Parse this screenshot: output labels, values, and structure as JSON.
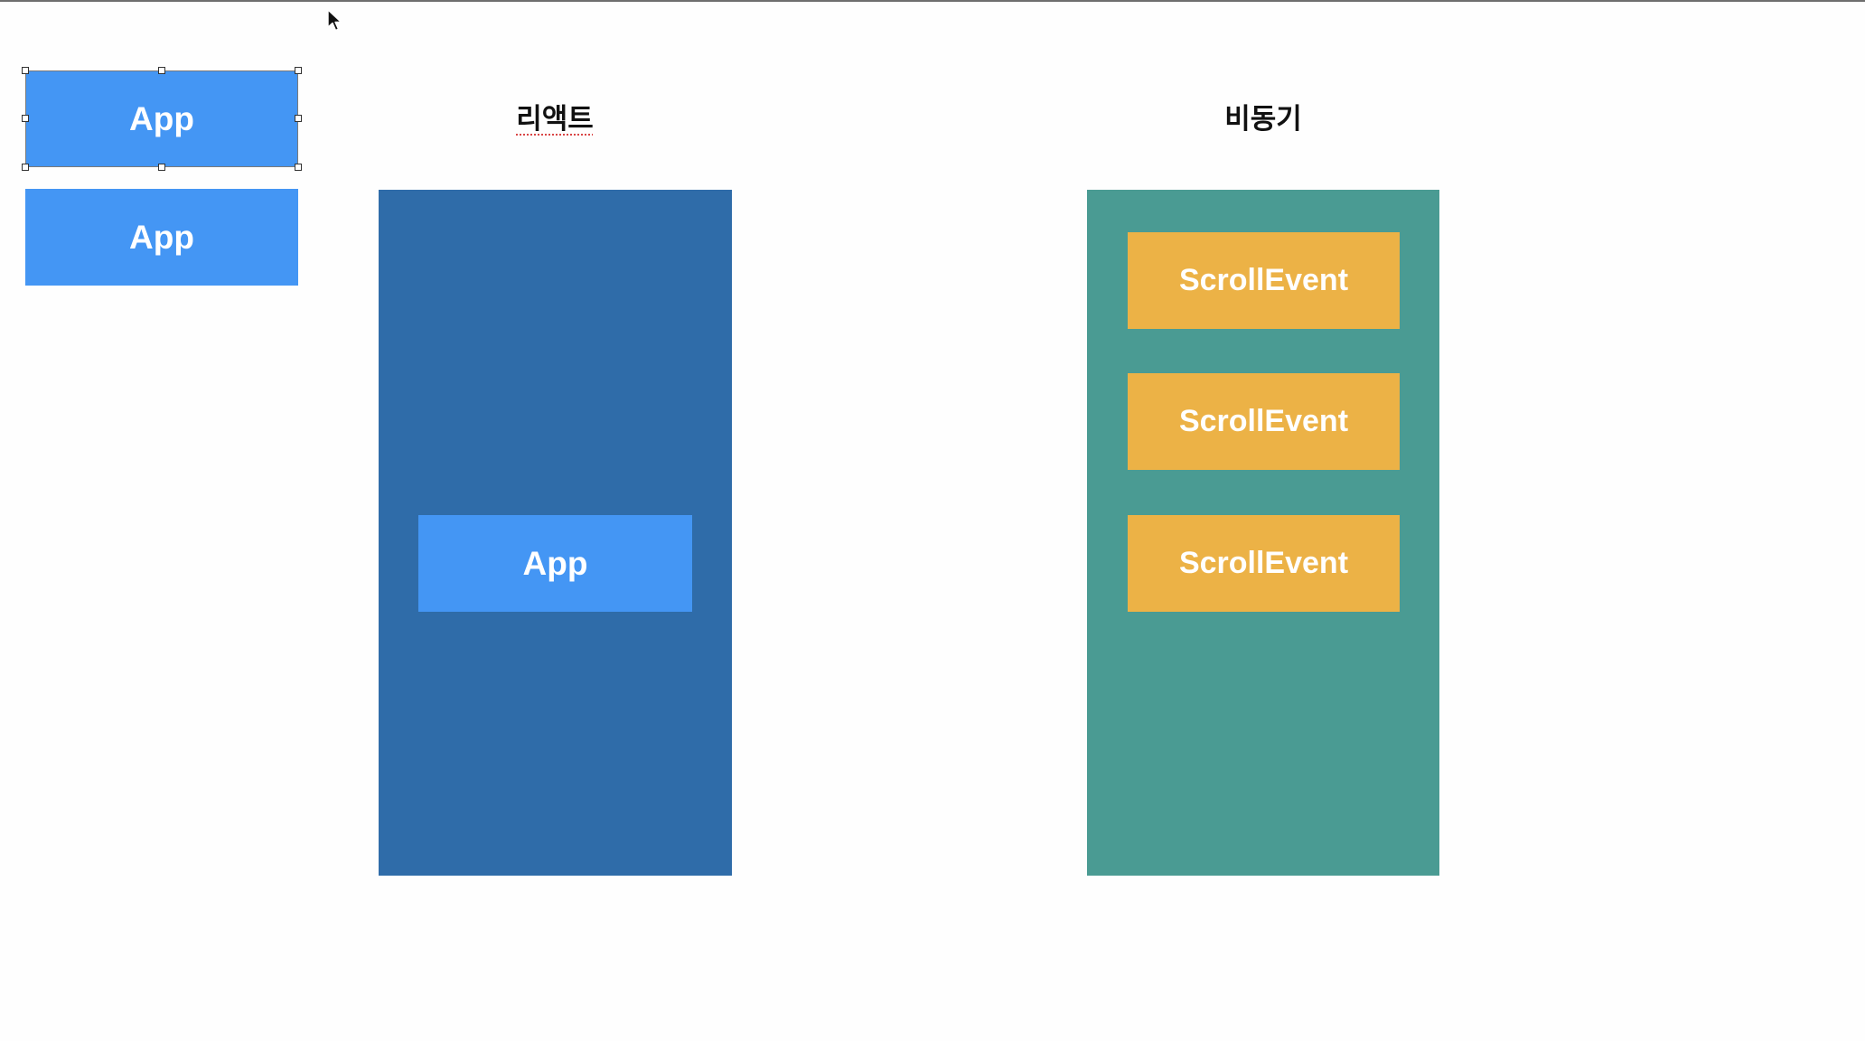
{
  "left_stack": {
    "items": [
      {
        "label": "App",
        "selected": true
      },
      {
        "label": "App",
        "selected": false
      }
    ]
  },
  "react": {
    "title": "리액트",
    "inner": {
      "label": "App"
    }
  },
  "async": {
    "title": "비동기",
    "events": [
      {
        "label": "ScrollEvent"
      },
      {
        "label": "ScrollEvent"
      },
      {
        "label": "ScrollEvent"
      }
    ]
  },
  "colors": {
    "app_blue": "#4496f4",
    "react_container": "#2f6ca9",
    "async_container": "#4a9b93",
    "event_orange": "#ecb246"
  },
  "icons": {
    "cursor": "mouse-pointer-icon",
    "selection_handles": "resize-handle-icon"
  }
}
